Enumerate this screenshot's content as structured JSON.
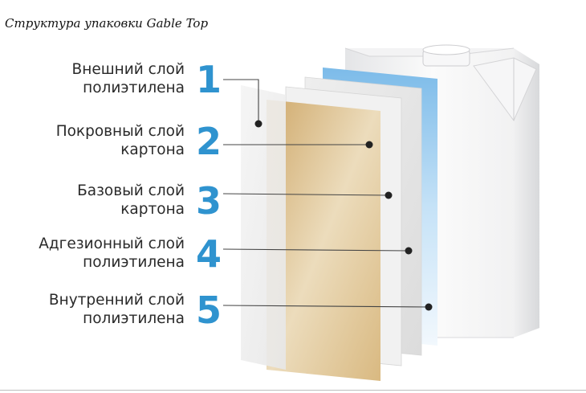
{
  "title": "Структура упаковки Gable Top",
  "colors": {
    "accent": "#2f93cf",
    "leader": "#444444",
    "kraft": "#d9bd86",
    "blue_film": "#a9d3f2"
  },
  "layers": [
    {
      "number": "1",
      "line1": "Внешний слой",
      "line2": "полиэтилена"
    },
    {
      "number": "2",
      "line1": "Покровный слой",
      "line2": "картона"
    },
    {
      "number": "3",
      "line1": "Базовый слой",
      "line2": "картона"
    },
    {
      "number": "4",
      "line1": "Адгезионный слой",
      "line2": "полиэтилена"
    },
    {
      "number": "5",
      "line1": "Внутренний слой",
      "line2": "полиэтилена"
    }
  ]
}
